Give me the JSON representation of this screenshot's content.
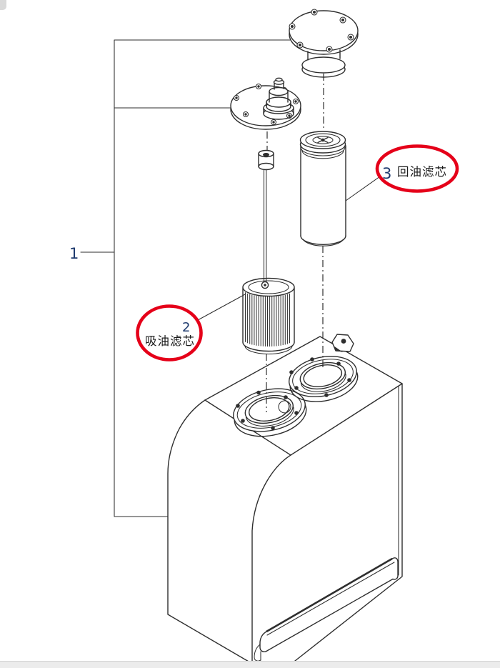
{
  "labels": {
    "item1": {
      "number": "1"
    },
    "item2": {
      "number": "2",
      "name": "吸油滤芯"
    },
    "item3": {
      "number": "3",
      "name": "回油滤芯"
    }
  },
  "colors": {
    "line": "#2e2e2e",
    "red": "#e50019",
    "blue": "#1e3a6e",
    "ink": "#1a1a1a",
    "chrome": "#ececec"
  }
}
